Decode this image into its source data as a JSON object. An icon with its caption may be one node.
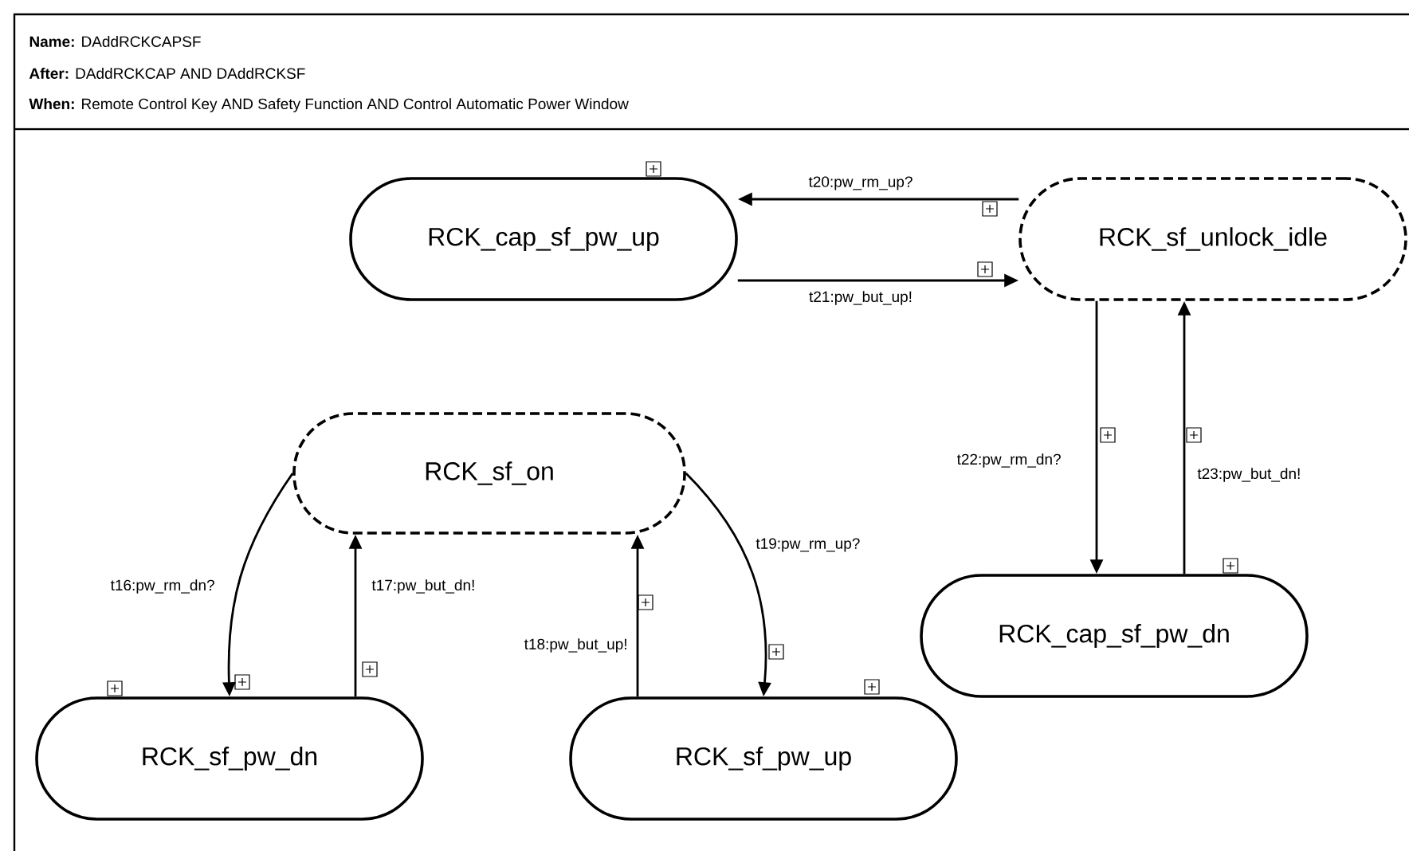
{
  "diagram": {
    "nodes": [
      {
        "text": [
          "RCK_cap_sf_pw_up"
        ]
      },
      {
        "text": [
          "RCK_sf_unlock_idle"
        ]
      },
      {
        "text": [
          "RCK_sf_on"
        ]
      },
      {
        "text": [
          "RCK_sf_pw_dn"
        ]
      },
      {
        "text": [
          "RCK_sf_pw_up"
        ]
      },
      {
        "text": [
          "RCK_cap_sf_pw_dn"
        ]
      }
    ],
    "edges": [
      {
        "from": 1,
        "to": 0,
        "arrow": "to",
        "label": "t20:pw_rm_up?"
      },
      {
        "from": 0,
        "to": 1,
        "arrow": "to",
        "label": "t21:pw_but_up!"
      },
      {
        "from": 1,
        "to": 5,
        "arrow": "to",
        "label": "t22:pw_rm_dn?"
      },
      {
        "from": 5,
        "to": 1,
        "arrow": "to",
        "label": "t23:pw_but_dn!"
      },
      {
        "from": 2,
        "to": 3,
        "arrow": "to",
        "label": "t16:pw_rm_dn?"
      },
      {
        "from": 3,
        "to": 2,
        "arrow": "to",
        "label": "t17:pw_but_dn!"
      },
      {
        "from": 4,
        "to": 2,
        "arrow": "to",
        "label": "t18:pw_but_up!"
      },
      {
        "from": 2,
        "to": 4,
        "arrow": "to",
        "label": "t19:pw_rm_up?"
      }
    ],
    "labels": [
      "**Name:** DAddRCKCAPSF",
      "**After:**  DAddRCKCAP AND DAddRCKSF",
      "**When:**  Remote Control Key AND Safety Function AND Control Automatic Power Window"
    ]
  }
}
